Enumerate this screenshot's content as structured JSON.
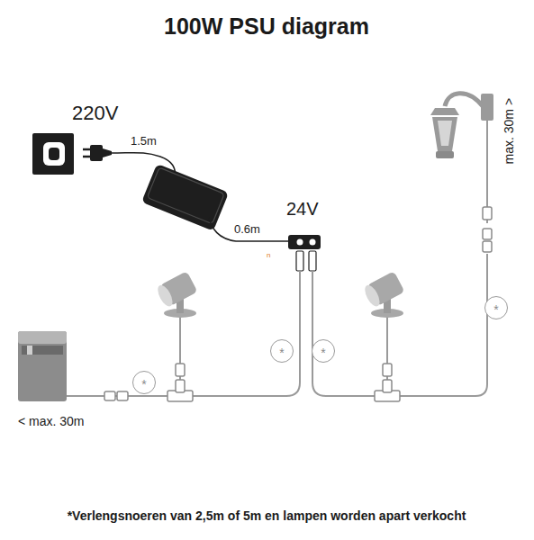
{
  "diagram": {
    "title": "100W PSU diagram",
    "caption": "*Verlengsnoeren van 2,5m of 5m en lampen worden apart verkocht",
    "nodes": [
      {
        "text": [
          "*"
        ]
      },
      {
        "text": [
          "*"
        ]
      },
      {
        "text": [
          "*"
        ]
      },
      {
        "text": [
          "*"
        ]
      }
    ],
    "edges": [],
    "labels": [
      "220V",
      "1.5m",
      "0.6m",
      "24V",
      "n",
      "< max. 30m",
      "max. 30m >"
    ]
  }
}
